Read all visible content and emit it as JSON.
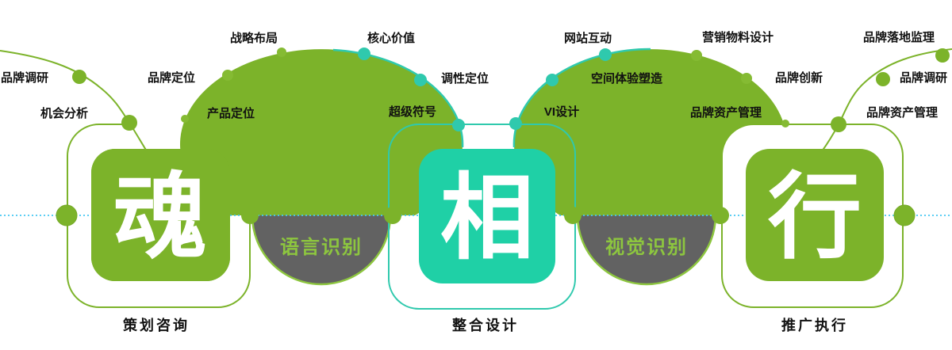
{
  "title": "brand-service-process-diagram",
  "colors": {
    "green": "#7cb32a",
    "green_light": "#8bc34a",
    "teal": "#1fd0a6",
    "teal_line": "#2fc9ad",
    "gray": "#626262",
    "lime_text": "#8dc63f",
    "dotted_cyan": "#45c8f3",
    "label_black": "#111111",
    "white": "#ffffff"
  },
  "sections": {
    "soul": {
      "char": "魂",
      "caption": "策划咨询",
      "sub_circle": "语言识别"
    },
    "appearance": {
      "char": "相",
      "caption": "整合设计",
      "sub_circle": "视觉识别"
    },
    "action": {
      "char": "行",
      "caption": "推广执行"
    }
  },
  "labels": {
    "brand_research_left": "品牌调研",
    "opportunity_analysis": "机会分析",
    "brand_positioning": "品牌定位",
    "product_positioning": "产品定位",
    "strategic_layout": "战略布局",
    "core_value": "核心价值",
    "tone_positioning": "调性定位",
    "super_symbol": "超级符号",
    "website_interaction": "网站互动",
    "space_experience": "空间体验塑造",
    "vi_design": "VI设计",
    "marketing_materials": "营销物料设计",
    "brand_innovation": "品牌创新",
    "brand_asset_mgmt_left": "品牌资产管理",
    "brand_landing_supervision": "品牌落地监理",
    "brand_research_right": "品牌调研",
    "brand_asset_mgmt_right": "品牌资产管理"
  }
}
